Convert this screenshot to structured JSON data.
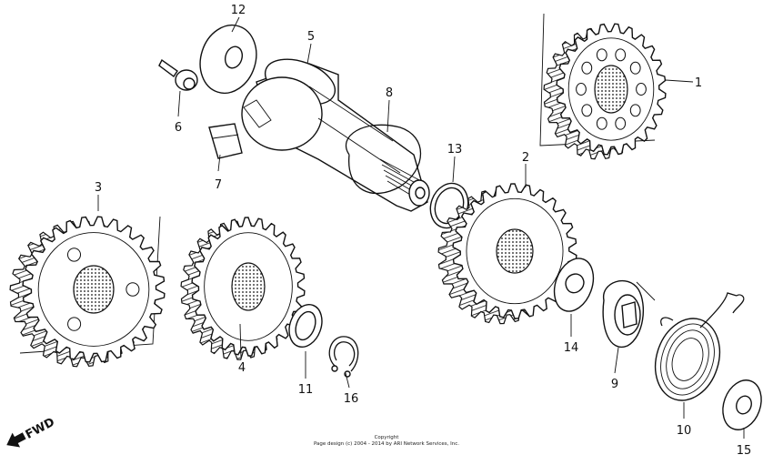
{
  "parts": [
    {
      "id": "part-1",
      "label": "1"
    },
    {
      "id": "part-2",
      "label": "2"
    },
    {
      "id": "part-3",
      "label": "3"
    },
    {
      "id": "part-4",
      "label": "4"
    },
    {
      "id": "part-5",
      "label": "5"
    },
    {
      "id": "part-6",
      "label": "6"
    },
    {
      "id": "part-7",
      "label": "7"
    },
    {
      "id": "part-8",
      "label": "8"
    },
    {
      "id": "part-9",
      "label": "9"
    },
    {
      "id": "part-10",
      "label": "10"
    },
    {
      "id": "part-11",
      "label": "11"
    },
    {
      "id": "part-12",
      "label": "12"
    },
    {
      "id": "part-13",
      "label": "13"
    },
    {
      "id": "part-14",
      "label": "14"
    },
    {
      "id": "part-15",
      "label": "15"
    },
    {
      "id": "part-16",
      "label": "16"
    }
  ],
  "copyright": {
    "line1": "Copyright",
    "line2": "Page design (c) 2004 - 2014 by ARI Network Services, Inc."
  },
  "fwd_label": "FWD"
}
